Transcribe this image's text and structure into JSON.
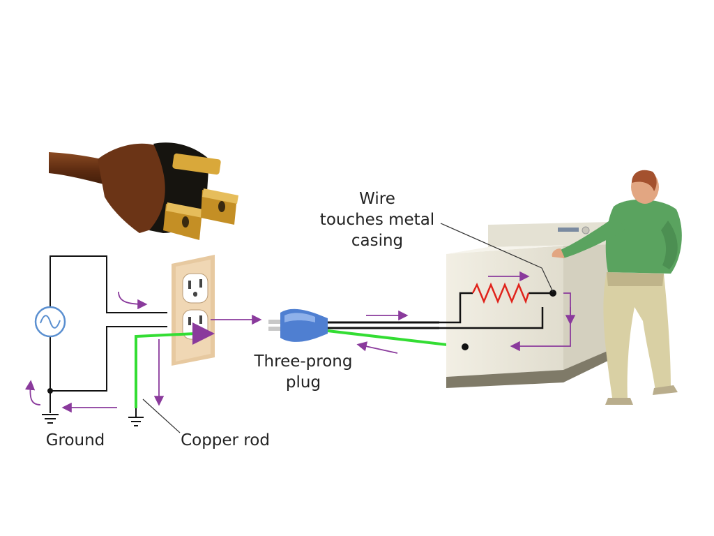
{
  "labels": {
    "wire_casing": [
      "Wire",
      "touches metal",
      "casing"
    ],
    "three_prong_plug": [
      "Three-prong",
      "plug"
    ],
    "ground": "Ground",
    "copper_rod": "Copper rod"
  },
  "icons": {
    "source": "ac-source-icon",
    "ground": "ground-symbol-icon",
    "plug_photo": "two-prong-plug-icon",
    "outlet": "wall-outlet-icon",
    "plug": "three-prong-plug-icon",
    "appliance": "washing-machine-icon",
    "heater": "resistor-icon",
    "person": "person-icon"
  },
  "colors": {
    "ground_wire": "#33dd33",
    "current_arrow": "#8a3a9c",
    "heater": "#e0231b",
    "wire": "#111111",
    "plug": "#4f7fd1",
    "outlet_plate": "#f0d7b4",
    "appliance_body": "#e9e6d9"
  }
}
